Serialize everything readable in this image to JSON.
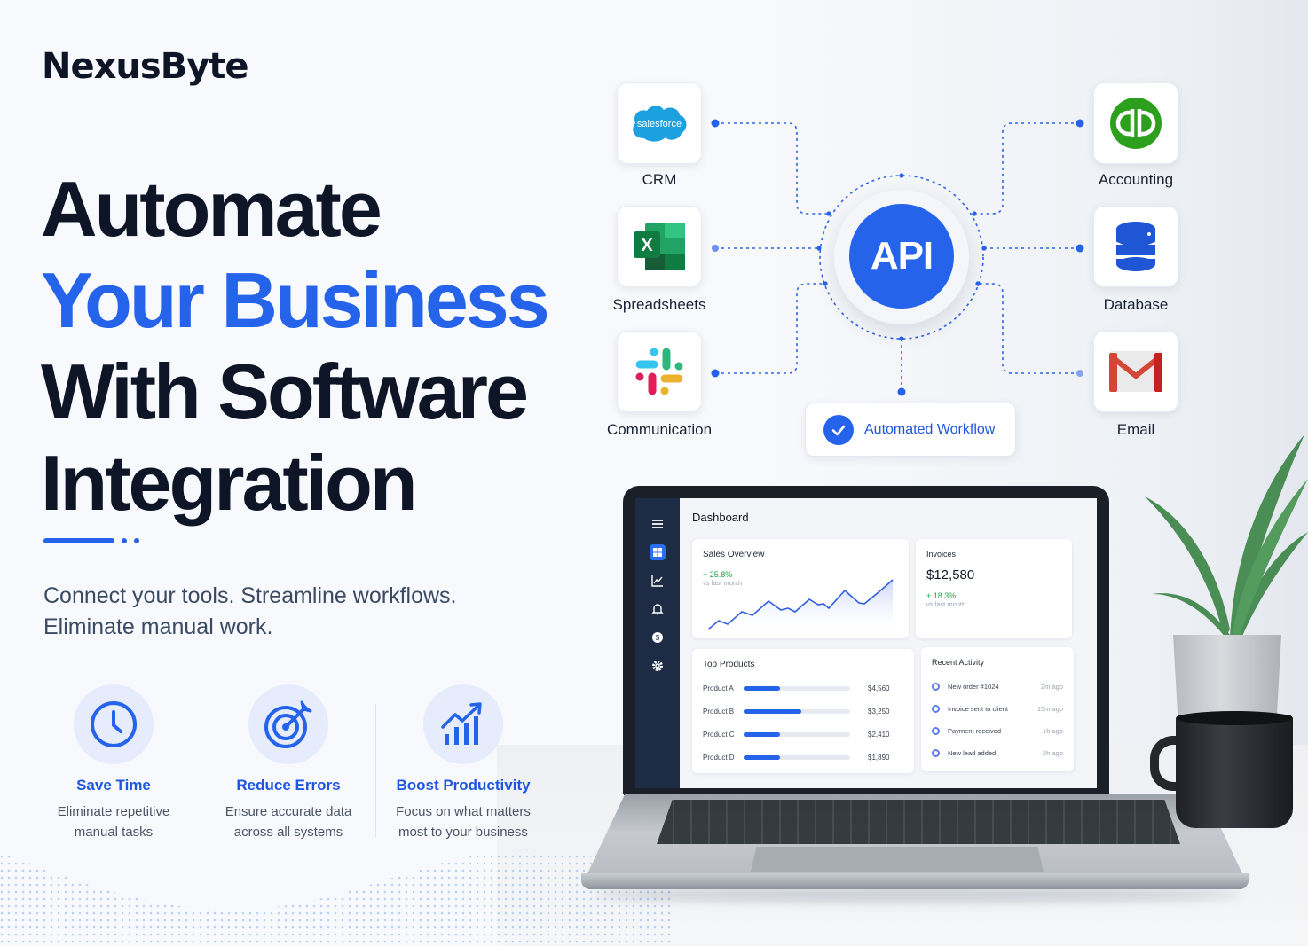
{
  "brand": {
    "logo": "NexusByte"
  },
  "hero": {
    "line1": "Automate",
    "line2": "Your Business",
    "line3": "With Software",
    "line4": "Integration",
    "subtitle_line1": "Connect your tools. Streamline workflows.",
    "subtitle_line2": "Eliminate manual work."
  },
  "features": [
    {
      "icon": "clock-icon",
      "title": "Save Time",
      "desc_line1": "Eliminate repetitive",
      "desc_line2": "manual tasks"
    },
    {
      "icon": "target-icon",
      "title": "Reduce Errors",
      "desc_line1": "Ensure accurate data",
      "desc_line2": "across all systems"
    },
    {
      "icon": "growth-chart-icon",
      "title": "Boost Productivity",
      "desc_line1": "Focus on what matters",
      "desc_line2": "most to your business"
    }
  ],
  "integration": {
    "hub_label": "API",
    "workflow_label": "Automated Workflow",
    "nodes_left": [
      {
        "label": "CRM",
        "icon": "salesforce-icon",
        "icon_text": "salesforce"
      },
      {
        "label": "Spreadsheets",
        "icon": "excel-icon",
        "icon_text": "X"
      },
      {
        "label": "Communication",
        "icon": "slack-icon"
      }
    ],
    "nodes_right": [
      {
        "label": "Accounting",
        "icon": "quickbooks-icon",
        "icon_text": "qb"
      },
      {
        "label": "Database",
        "icon": "database-icon"
      },
      {
        "label": "Email",
        "icon": "gmail-icon"
      }
    ]
  },
  "dashboard": {
    "title": "Dashboard",
    "sidebar_icons": [
      "menu-icon",
      "dashboard-icon",
      "analytics-icon",
      "bell-icon",
      "billing-icon",
      "settings-icon"
    ],
    "sales_overview": {
      "title": "Sales Overview",
      "change": "+ 25.8%",
      "note": "vs last month"
    },
    "invoices": {
      "title": "Invoices",
      "value": "$12,580",
      "change": "+ 18.3%",
      "note": "vs last month"
    },
    "top_products": {
      "title": "Top Products",
      "rows": [
        {
          "name": "Product A",
          "value": "$4,560",
          "pct": 34
        },
        {
          "name": "Product B",
          "value": "$3,250",
          "pct": 54
        },
        {
          "name": "Product C",
          "value": "$2,410",
          "pct": 34
        },
        {
          "name": "Product D",
          "value": "$1,890",
          "pct": 34
        }
      ]
    },
    "recent_activity": {
      "title": "Recent Activity",
      "rows": [
        {
          "text": "New order #1024",
          "time": "2m ago"
        },
        {
          "text": "Invoice sent to client",
          "time": "15m ago"
        },
        {
          "text": "Payment received",
          "time": "1h ago"
        },
        {
          "text": "New lead added",
          "time": "2h ago"
        }
      ]
    }
  },
  "colors": {
    "brand_blue": "#2563eb",
    "dark_text": "#0d1526",
    "positive_green": "#22a34a",
    "sidebar_navy": "#1d2b45"
  }
}
